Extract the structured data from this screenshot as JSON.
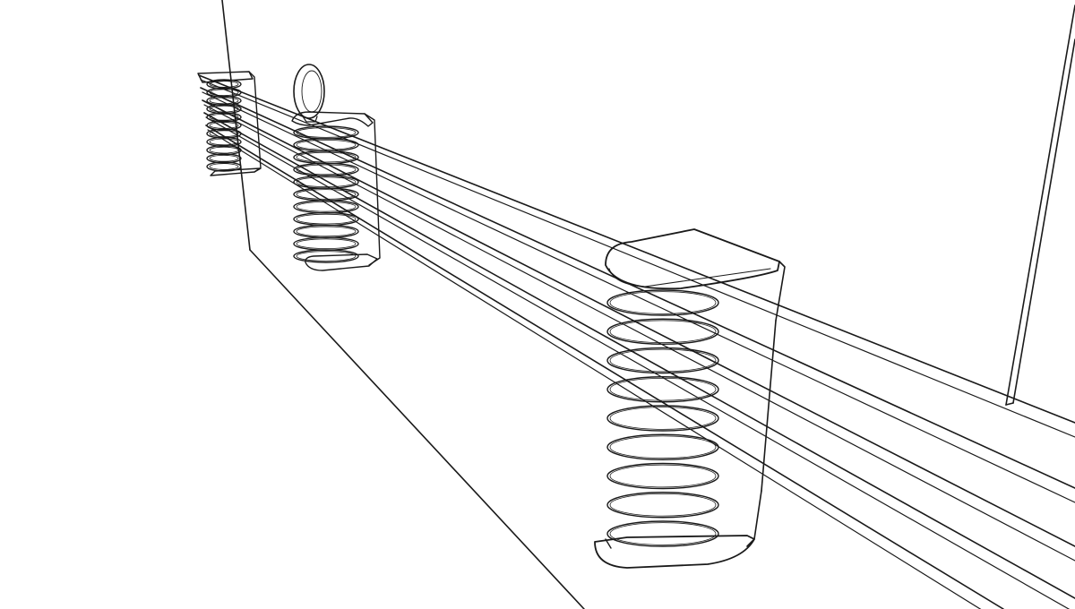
{
  "colors": {
    "background": "#ffffff",
    "line": "#1a1a1a",
    "fill": "#ffffff"
  },
  "parts": {
    "wall": "wall-panel",
    "floor_edge": "floor-edge",
    "right_door": "door-frame",
    "wires": "parallel-wires",
    "spring_mounts": "spring-clip-mounts",
    "knob": "round-knob"
  },
  "mounts": {
    "count": 3
  },
  "wires": {
    "count": 5
  }
}
